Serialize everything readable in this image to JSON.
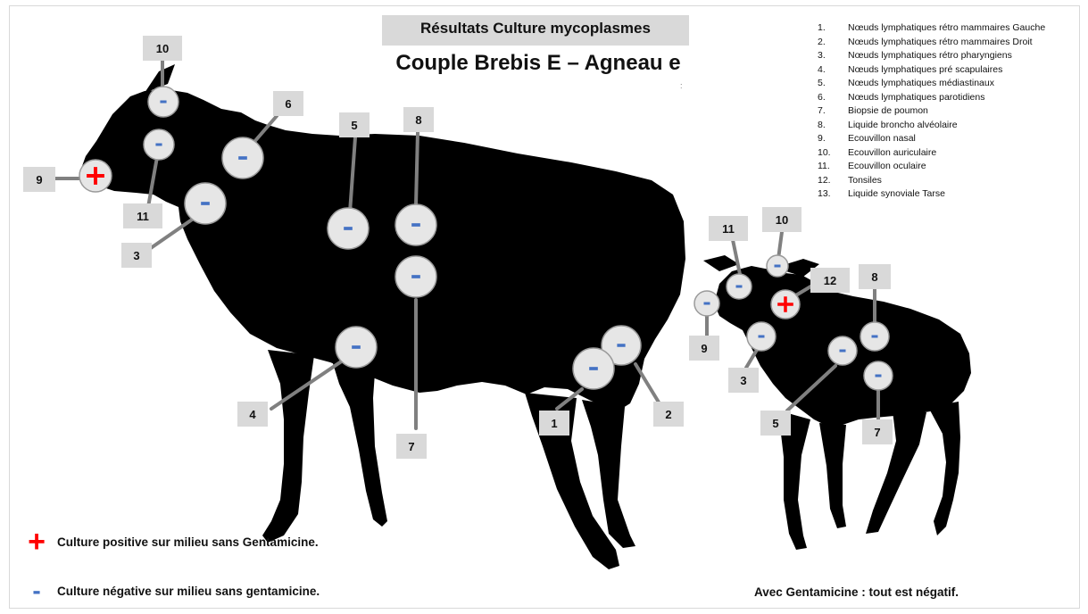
{
  "title": "Résultats Culture mycoplasmes",
  "subtitle": "Couple Brebis E – Agneau e",
  "stray_mark": ":",
  "legend_items": [
    {
      "n": "1.",
      "label": "Nœuds lymphatiques rétro mammaires Gauche"
    },
    {
      "n": "2.",
      "label": "Nœuds lymphatiques rétro mammaires Droit"
    },
    {
      "n": "3.",
      "label": "Nœuds lymphatiques rétro pharyngiens"
    },
    {
      "n": "4.",
      "label": "Nœuds lymphatiques pré scapulaires"
    },
    {
      "n": "5.",
      "label": "Nœuds lymphatiques médiastinaux"
    },
    {
      "n": "6.",
      "label": "Nœuds lymphatiques parotidiens"
    },
    {
      "n": "7.",
      "label": "Biopsie de poumon"
    },
    {
      "n": "8.",
      "label": "Liquide broncho alvéolaire"
    },
    {
      "n": "9.",
      "label": "Ecouvillon nasal"
    },
    {
      "n": "10.",
      "label": "Ecouvillon auriculaire"
    },
    {
      "n": "11.",
      "label": "Ecouvillon oculaire"
    },
    {
      "n": "12.",
      "label": "Tonsiles"
    },
    {
      "n": "13.",
      "label": "Liquide synoviale Tarse"
    }
  ],
  "ewe_tags": [
    "10",
    "6",
    "5",
    "8",
    "9",
    "11",
    "3",
    "4",
    "7",
    "1",
    "2"
  ],
  "lamb_tags": [
    "11",
    "10",
    "12",
    "8",
    "9",
    "3",
    "5",
    "7"
  ],
  "ewe_results": [
    {
      "site": "10",
      "result": "-"
    },
    {
      "site": "11",
      "result": "-"
    },
    {
      "site": "9",
      "result": "+"
    },
    {
      "site": "6",
      "result": "-"
    },
    {
      "site": "3",
      "result": "-"
    },
    {
      "site": "5",
      "result": "-"
    },
    {
      "site": "8",
      "result": "-"
    },
    {
      "site": "7",
      "result": "-"
    },
    {
      "site": "4",
      "result": "-"
    },
    {
      "site": "2",
      "result": "-"
    },
    {
      "site": "1",
      "result": "-"
    }
  ],
  "lamb_results": [
    {
      "site": "10",
      "result": "-"
    },
    {
      "site": "11",
      "result": "-"
    },
    {
      "site": "9",
      "result": "-"
    },
    {
      "site": "12",
      "result": "+"
    },
    {
      "site": "3",
      "result": "-"
    },
    {
      "site": "5",
      "result": "-"
    },
    {
      "site": "8",
      "result": "-"
    },
    {
      "site": "7",
      "result": "-"
    }
  ],
  "key": {
    "positive_symbol": "+",
    "positive_label": "Culture positive  sur milieu sans Gentamicine.",
    "negative_symbol": "-",
    "negative_label": "Culture négative sur milieu sans gentamicine."
  },
  "gentamicine_note": "Avec Gentamicine : tout est négatif.",
  "colors": {
    "positive": "#ff0000",
    "negative": "#4472c4",
    "silhouette": "#000000",
    "tag_fill": "#d9d9d9",
    "line": "#808080",
    "marker_fill": "#e6e6e6"
  }
}
